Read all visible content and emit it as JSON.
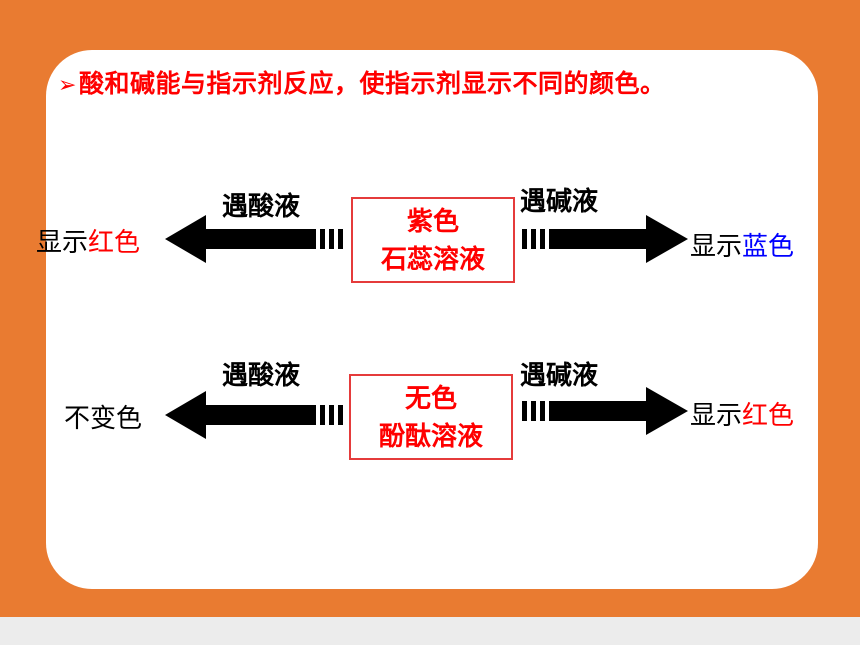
{
  "heading": {
    "bullet": "➢",
    "text": "酸和碱能与指示剂反应，使指示剂显示不同的颜色",
    "end": "。"
  },
  "row1": {
    "box_line1": "紫色",
    "box_line2": "石蕊溶液",
    "left_arrow_label": "遇酸液",
    "right_arrow_label": "遇碱液",
    "left_result_prefix": "显示",
    "left_result_color": "红色",
    "right_result_prefix": "显示",
    "right_result_color": "蓝色"
  },
  "row2": {
    "box_line1": "无色",
    "box_line2": "酚酞溶液",
    "left_arrow_label": "遇酸液",
    "right_arrow_label": "遇碱液",
    "left_result": "不变色",
    "right_result_prefix": "显示",
    "right_result_color": "红色"
  },
  "colors": {
    "background": "#e97b31",
    "red": "#ff0000",
    "blue": "#0000ff",
    "arrow": "#000000"
  }
}
